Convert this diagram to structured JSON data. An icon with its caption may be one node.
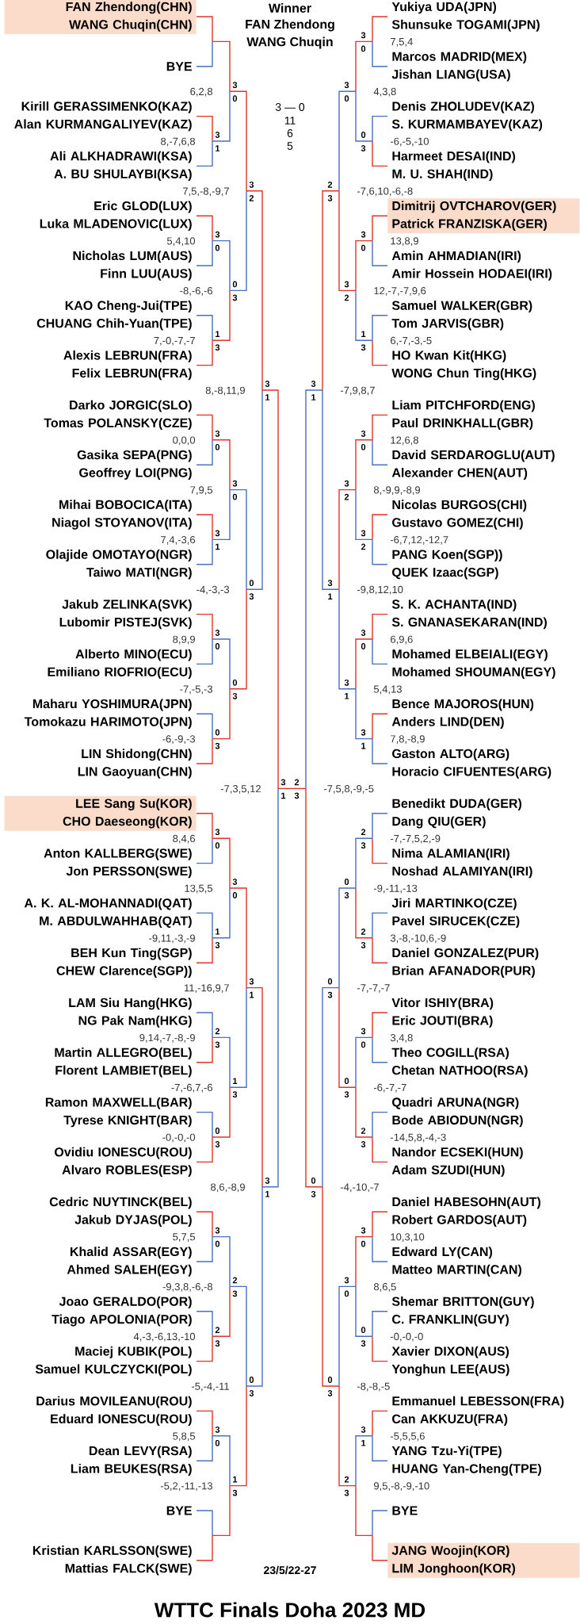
{
  "diagram": {
    "title": "WTTC Finals Doha 2023 MD",
    "nodes": [
      {
        "text": [
          "FAN Zhendong(CHN)",
          "WANG Chuqin(CHN)"
        ]
      },
      {
        "text": [
          "BYE"
        ]
      },
      {
        "text": [
          "Kirill GERASSIMENKO(KAZ)",
          "Alan KURMANGALIYEV(KAZ)"
        ]
      },
      {
        "text": [
          "Ali ALKHADRAWI(KSA)",
          "A. BU SHULAYBI(KSA)"
        ]
      },
      {
        "text": [
          "Eric GLOD(LUX)",
          "Luka MLADENOVIC(LUX)"
        ]
      },
      {
        "text": [
          "Nicholas LUM(AUS)",
          "Finn LUU(AUS)"
        ]
      },
      {
        "text": [
          "KAO Cheng-Jui(TPE)",
          "CHUANG Chih-Yuan(TPE)"
        ]
      },
      {
        "text": [
          "Alexis LEBRUN(FRA)",
          "Felix LEBRUN(FRA)"
        ]
      },
      {
        "text": [
          "Darko JORGIC(SLO)",
          "Tomas POLANSKY(CZE)"
        ]
      },
      {
        "text": [
          "Gasika SEPA(PNG)",
          "Geoffrey LOI(PNG)"
        ]
      },
      {
        "text": [
          "Mihai BOBOCICA(ITA)",
          "Niagol STOYANOV(ITA)"
        ]
      },
      {
        "text": [
          "Olajide OMOTAYO(NGR)",
          "Taiwo MATI(NGR)"
        ]
      },
      {
        "text": [
          "Jakub ZELINKA(SVK)",
          "Lubomir PISTEJ(SVK)"
        ]
      },
      {
        "text": [
          "Alberto MINO(ECU)",
          "Emiliano RIOFRIO(ECU)"
        ]
      },
      {
        "text": [
          "Maharu YOSHIMURA(JPN)",
          "Tomokazu HARIMOTO(JPN)"
        ]
      },
      {
        "text": [
          "LIN Shidong(CHN)",
          "LIN Gaoyuan(CHN)"
        ]
      },
      {
        "text": [
          "LEE Sang Su(KOR)",
          "CHO Daeseong(KOR)"
        ]
      },
      {
        "text": [
          "Anton KALLBERG(SWE)",
          "Jon PERSSON(SWE)"
        ]
      },
      {
        "text": [
          "A. K. AL-MOHANNADI(QAT)",
          "M. ABDULWAHHAB(QAT)"
        ]
      },
      {
        "text": [
          "BEH Kun Ting(SGP)",
          "CHEW Clarence(SGP))"
        ]
      },
      {
        "text": [
          "LAM Siu Hang(HKG)",
          "NG Pak Nam(HKG)"
        ]
      },
      {
        "text": [
          "Martin ALLEGRO(BEL)",
          "Florent LAMBIET(BEL)"
        ]
      },
      {
        "text": [
          "Ramon MAXWELL(BAR)",
          "Tyrese KNIGHT(BAR)"
        ]
      },
      {
        "text": [
          "Ovidiu IONESCU(ROU)",
          "Alvaro ROBLES(ESP)"
        ]
      },
      {
        "text": [
          "Cedric NUYTINCK(BEL)",
          "Jakub DYJAS(POL)"
        ]
      },
      {
        "text": [
          "Khalid ASSAR(EGY)",
          "Ahmed SALEH(EGY)"
        ]
      },
      {
        "text": [
          "Joao GERALDO(POR)",
          "Tiago APOLONIA(POR)"
        ]
      },
      {
        "text": [
          "Maciej KUBIK(POL)",
          "Samuel KULCZYCKI(POL)"
        ]
      },
      {
        "text": [
          "Darius MOVILEANU(ROU)",
          "Eduard IONESCU(ROU)"
        ]
      },
      {
        "text": [
          "Dean LEVY(RSA)",
          "Liam BEUKES(RSA)"
        ]
      },
      {
        "text": [
          "BYE"
        ]
      },
      {
        "text": [
          "Kristian KARLSSON(SWE)",
          "Mattias FALCK(SWE)"
        ]
      },
      {
        "text": [
          "Yukiya UDA(JPN)",
          "Shunsuke TOGAMI(JPN)"
        ]
      },
      {
        "text": [
          "Marcos MADRID(MEX)",
          "Jishan LIANG(USA)"
        ]
      },
      {
        "text": [
          "Denis ZHOLUDEV(KAZ)",
          "S. KURMAMBAYEV(KAZ)"
        ]
      },
      {
        "text": [
          "Harmeet DESAI(IND)",
          "M. U. SHAH(IND)"
        ]
      },
      {
        "text": [
          "Dimitrij OVTCHAROV(GER)",
          "Patrick FRANZISKA(GER)"
        ]
      },
      {
        "text": [
          "Amin AHMADIAN(IRI)",
          "Amir Hossein HODAEI(IRI)"
        ]
      },
      {
        "text": [
          "Samuel WALKER(GBR)",
          "Tom JARVIS(GBR)"
        ]
      },
      {
        "text": [
          "HO Kwan Kit(HKG)",
          "WONG Chun Ting(HKG)"
        ]
      },
      {
        "text": [
          "Liam PITCHFORD(ENG)",
          "Paul DRINKHALL(GBR)"
        ]
      },
      {
        "text": [
          "David SERDAROGLU(AUT)",
          "Alexander CHEN(AUT)"
        ]
      },
      {
        "text": [
          "Nicolas BURGOS(CHI)",
          "Gustavo GOMEZ(CHI)"
        ]
      },
      {
        "text": [
          "PANG Koen(SGP))",
          "QUEK Izaac(SGP)"
        ]
      },
      {
        "text": [
          "S. K. ACHANTA(IND)",
          "S. GNANASEKARAN(IND)"
        ]
      },
      {
        "text": [
          "Mohamed ELBEIALI(EGY)",
          "Mohamed SHOUMAN(EGY)"
        ]
      },
      {
        "text": [
          "Bence MAJOROS(HUN)",
          "Anders LIND(DEN)"
        ]
      },
      {
        "text": [
          "Gaston ALTO(ARG)",
          "Horacio CIFUENTES(ARG)"
        ]
      },
      {
        "text": [
          "Benedikt DUDA(GER)",
          "Dang QIU(GER)"
        ]
      },
      {
        "text": [
          "Nima ALAMIAN(IRI)",
          "Noshad ALAMIYAN(IRI)"
        ]
      },
      {
        "text": [
          "Jiri MARTINKO(CZE)",
          "Pavel SIRUCEK(CZE)"
        ]
      },
      {
        "text": [
          "Daniel GONZALEZ(PUR)",
          "Brian AFANADOR(PUR)"
        ]
      },
      {
        "text": [
          "Vitor ISHIY(BRA)",
          "Eric JOUTI(BRA)"
        ]
      },
      {
        "text": [
          "Theo COGILL(RSA)",
          "Chetan NATHOO(RSA)"
        ]
      },
      {
        "text": [
          "Quadri ARUNA(NGR)",
          "Bode ABIODUN(NGR)"
        ]
      },
      {
        "text": [
          "Nandor ECSEKI(HUN)",
          "Adam SZUDI(HUN)"
        ]
      },
      {
        "text": [
          "Daniel HABESOHN(AUT)",
          "Robert GARDOS(AUT)"
        ]
      },
      {
        "text": [
          "Edward LY(CAN)",
          "Matteo MARTIN(CAN)"
        ]
      },
      {
        "text": [
          "Shemar BRITTON(GUY)",
          "C. FRANKLIN(GUY)"
        ]
      },
      {
        "text": [
          "Xavier DIXON(AUS)",
          "Yonghun LEE(AUS)"
        ]
      },
      {
        "text": [
          "Emmanuel LEBESSON(FRA)",
          "Can AKKUZU(FRA)"
        ]
      },
      {
        "text": [
          "YANG Tzu-Yi(TPE)",
          "HUANG Yan-Cheng(TPE)"
        ]
      },
      {
        "text": [
          "BYE"
        ]
      },
      {
        "text": [
          "JANG Woojin(KOR)",
          "LIM Jonghoon(KOR)"
        ]
      }
    ],
    "labels": [
      "Winner",
      "FAN Zhendong",
      "WANG Chuqin",
      "3 — 0",
      "11",
      "6",
      "5",
      "8,-7,6,8",
      "3",
      "1",
      "5,4,10",
      "3",
      "0",
      "7,-0,-7,-7",
      "1",
      "3",
      "0,0,0",
      "3",
      "0",
      "7,4,-3,6",
      "3",
      "1",
      "8,9,9",
      "3",
      "0",
      "-6,-9,-3",
      "0",
      "3",
      "8,4,6",
      "3",
      "0",
      "-9,11,-3,-9",
      "1",
      "3",
      "9,14,-7,-8,-9",
      "2",
      "3",
      "-0,-0,-0",
      "0",
      "3",
      "5,7,5",
      "3",
      "0",
      "4,-3,-6,13,-10",
      "2",
      "3",
      "5,8,5",
      "3",
      "0",
      "6,2,8",
      "3",
      "0",
      "-8,-6,-6",
      "0",
      "3",
      "7,9,5",
      "3",
      "0",
      "-7,-5,-3",
      "0",
      "3",
      "13,5,5",
      "3",
      "0",
      "-7,-6,7,-6",
      "1",
      "3",
      "-9,3,8,-6,-8",
      "2",
      "3",
      "-5,2,-11,-13",
      "1",
      "3",
      "7,5,-8,-9,7",
      "3",
      "2",
      "-4,-3,-3",
      "0",
      "3",
      "11,-16,9,7",
      "3",
      "1",
      "-5,-4,-11",
      "0",
      "3",
      "8,-8,11,9",
      "3",
      "1",
      "8,6,-8,9",
      "3",
      "1",
      "-7,3,5,12",
      "3",
      "1",
      "7,5,4",
      "3",
      "0",
      "-6,-5,-10",
      "0",
      "3",
      "13,8,9",
      "3",
      "0",
      "6,-7,-3,-5",
      "1",
      "3",
      "12,6,8",
      "3",
      "0",
      "-6,7,12,-12,7",
      "3",
      "2",
      "6,9,6",
      "3",
      "0",
      "7,8,-8,9",
      "3",
      "1",
      "-7,-7,5,2,-9",
      "2",
      "3",
      "3,-8,-10,6,-9",
      "2",
      "3",
      "3,4,8",
      "3",
      "0",
      "-14,5,8,-4,-3",
      "2",
      "3",
      "10,3,10",
      "3",
      "0",
      "-0,-0,-0",
      "0",
      "3",
      "-5,5,5,6",
      "3",
      "1",
      "4,3,8",
      "3",
      "0",
      "12,-7,-7,9,6",
      "3",
      "2",
      "8,-9,9,-8,9",
      "3",
      "2",
      "5,4,13",
      "3",
      "1",
      "-9,-11,-13",
      "0",
      "3",
      "-6,-7,-7",
      "0",
      "3",
      "8,6,5",
      "3",
      "0",
      "9,5,-8,-9,-10",
      "2",
      "3",
      "-7,6,10,-6,-8",
      "2",
      "3",
      "-9,8,12,10",
      "3",
      "1",
      "-7,-7,-7",
      "0",
      "3",
      "-8,-8,-5",
      "0",
      "3",
      "-7,9,8,7",
      "3",
      "1",
      "-4,-10,-7",
      "0",
      "3",
      "-7,5,8,-9,-5",
      "2",
      "3",
      "23/5/22-27"
    ]
  }
}
